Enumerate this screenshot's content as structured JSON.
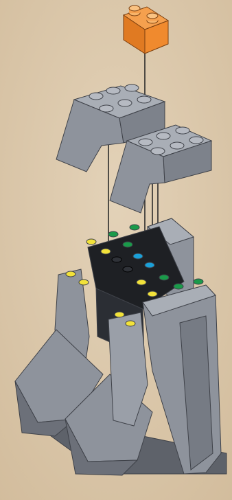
{
  "colors": {
    "background": "#d8c3a5",
    "background_light": "#e3d2b8",
    "brick_orange": "#f08a2e",
    "brick_orange_dark": "#c96a1c",
    "brick_grey": "#8e939c",
    "brick_grey_light": "#a9aeb6",
    "brick_grey_dark": "#6c7079",
    "brick_black": "#1e2024",
    "stud_yellow": "#f2e23a",
    "stud_green": "#1a9a4a",
    "stud_blue": "#1aa0d8",
    "guide_line": "#2a2a2a"
  },
  "parts": [
    {
      "name": "orange-1x2-brick",
      "color": "orange"
    },
    {
      "name": "grey-slope-brick-upper",
      "color": "grey"
    },
    {
      "name": "grey-slope-brick-lower",
      "color": "grey"
    },
    {
      "name": "base-assembly",
      "color": "grey"
    }
  ],
  "stud_markers": {
    "yellow": 8,
    "green": 6,
    "blue": 2
  }
}
